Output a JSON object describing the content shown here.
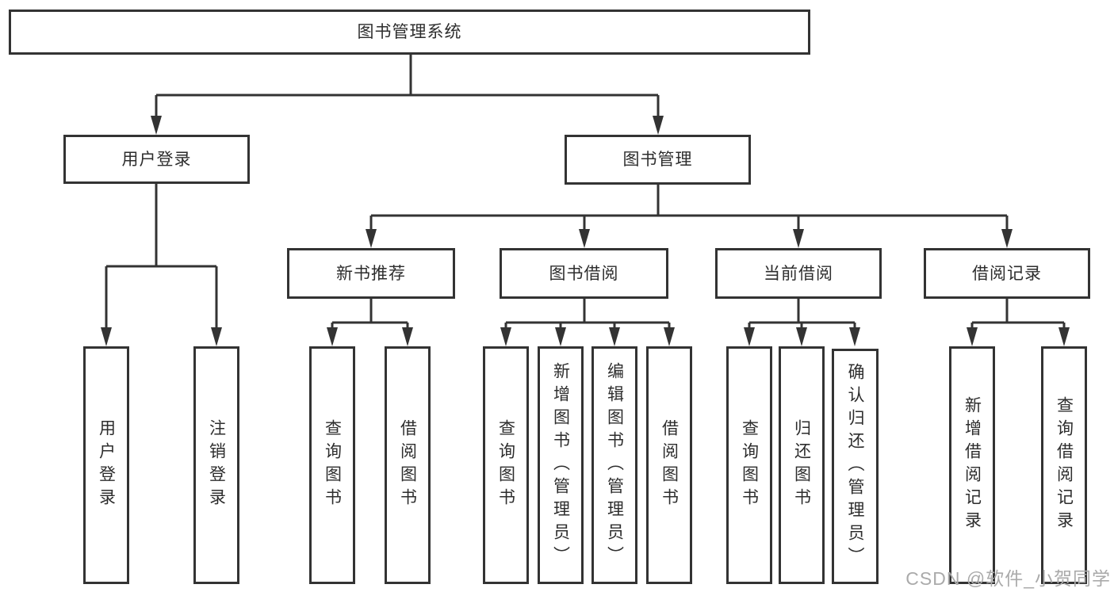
{
  "tree": {
    "root": {
      "label": "图书管理系统"
    },
    "branches": [
      {
        "label": "用户登录",
        "children": [
          {
            "label": "用户登录"
          },
          {
            "label": "注销登录"
          }
        ]
      },
      {
        "label": "图书管理",
        "children": [
          {
            "label": "新书推荐",
            "children": [
              {
                "label": "查询图书"
              },
              {
                "label": "借阅图书"
              }
            ]
          },
          {
            "label": "图书借阅",
            "children": [
              {
                "label": "查询图书"
              },
              {
                "label": "新增图书（管理员）"
              },
              {
                "label": "编辑图书（管理员）"
              },
              {
                "label": "借阅图书"
              }
            ]
          },
          {
            "label": "当前借阅",
            "children": [
              {
                "label": "查询图书"
              },
              {
                "label": "归还图书"
              },
              {
                "label": "确认归还（管理员）"
              }
            ]
          },
          {
            "label": "借阅记录",
            "children": [
              {
                "label": "新增借阅记录"
              },
              {
                "label": "查询借阅记录"
              }
            ]
          }
        ]
      }
    ]
  },
  "watermark": {
    "text": "CSDN @软件_小贺同学"
  },
  "colors": {
    "line": "#333333",
    "text": "#2d2d2d",
    "background": "#ffffff",
    "watermark": "#aaaaaa"
  }
}
